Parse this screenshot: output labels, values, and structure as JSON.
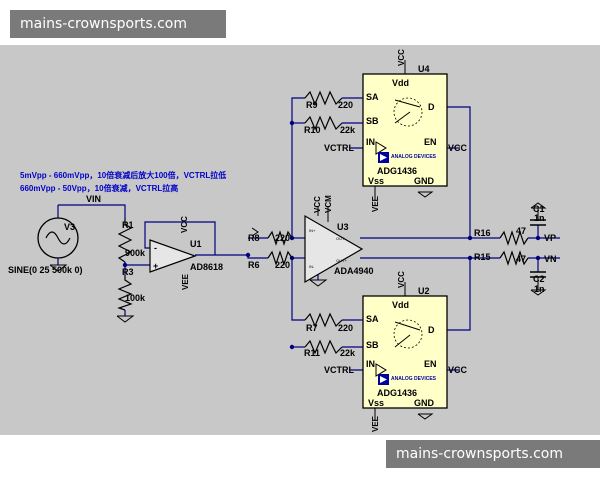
{
  "watermark": {
    "top": "mains-crownsports.com",
    "bottom": "mains-crownsports.com"
  },
  "notes": {
    "line1": "5mVpp - 660mVpp，10倍衰减后放大100倍，VCTRL拉低",
    "line2": "660mVpp - 50Vpp，10倍衰减，VCTRL拉高"
  },
  "source": {
    "ref": "V3",
    "value": "SINE(0 25 500k 0)"
  },
  "nets": {
    "vin": "VIN",
    "vcc": "VCC",
    "vee": "VEE",
    "vcm": "VCM",
    "vctrl": "VCTRL",
    "vp": "VP",
    "vn": "VN"
  },
  "resistors": {
    "r1": {
      "ref": "R1",
      "value": "900k"
    },
    "r3": {
      "ref": "R3",
      "value": "100k"
    },
    "r6": {
      "ref": "R6",
      "value": "220"
    },
    "r8": {
      "ref": "R8",
      "value": "220"
    },
    "r7": {
      "ref": "R7",
      "value": "220"
    },
    "r9": {
      "ref": "R9",
      "value": "220"
    },
    "r10": {
      "ref": "R10",
      "value": "22k"
    },
    "r11": {
      "ref": "R11",
      "value": "22k"
    },
    "r15": {
      "ref": "R15",
      "value": "47"
    },
    "r16": {
      "ref": "R16",
      "value": "47"
    }
  },
  "capacitors": {
    "c1": {
      "ref": "C1",
      "value": "1n"
    },
    "c2": {
      "ref": "C2",
      "value": "1n"
    }
  },
  "u1": {
    "ref": "U1",
    "part": "AD8618"
  },
  "u3": {
    "ref": "U3",
    "part": "ADA4940"
  },
  "switch_top": {
    "ref": "U4",
    "part": "ADG1436",
    "pins": {
      "vdd": "Vdd",
      "sa": "SA",
      "sb": "SB",
      "d": "D",
      "in": "IN",
      "en": "EN",
      "vss": "Vss",
      "gnd": "GND"
    },
    "logo": "ANALOG DEVICES"
  },
  "switch_bottom": {
    "ref": "U2",
    "part": "ADG1436",
    "pins": {
      "vdd": "Vdd",
      "sa": "SA",
      "sb": "SB",
      "d": "D",
      "in": "IN",
      "en": "EN",
      "vss": "Vss",
      "gnd": "GND"
    },
    "logo": "ANALOG DEVICES"
  },
  "colors": {
    "background": "#c8c8c8",
    "wire": "#000080",
    "component": "#000000",
    "chip_fill": "#ffffc8",
    "note_text": "#0000c8"
  }
}
